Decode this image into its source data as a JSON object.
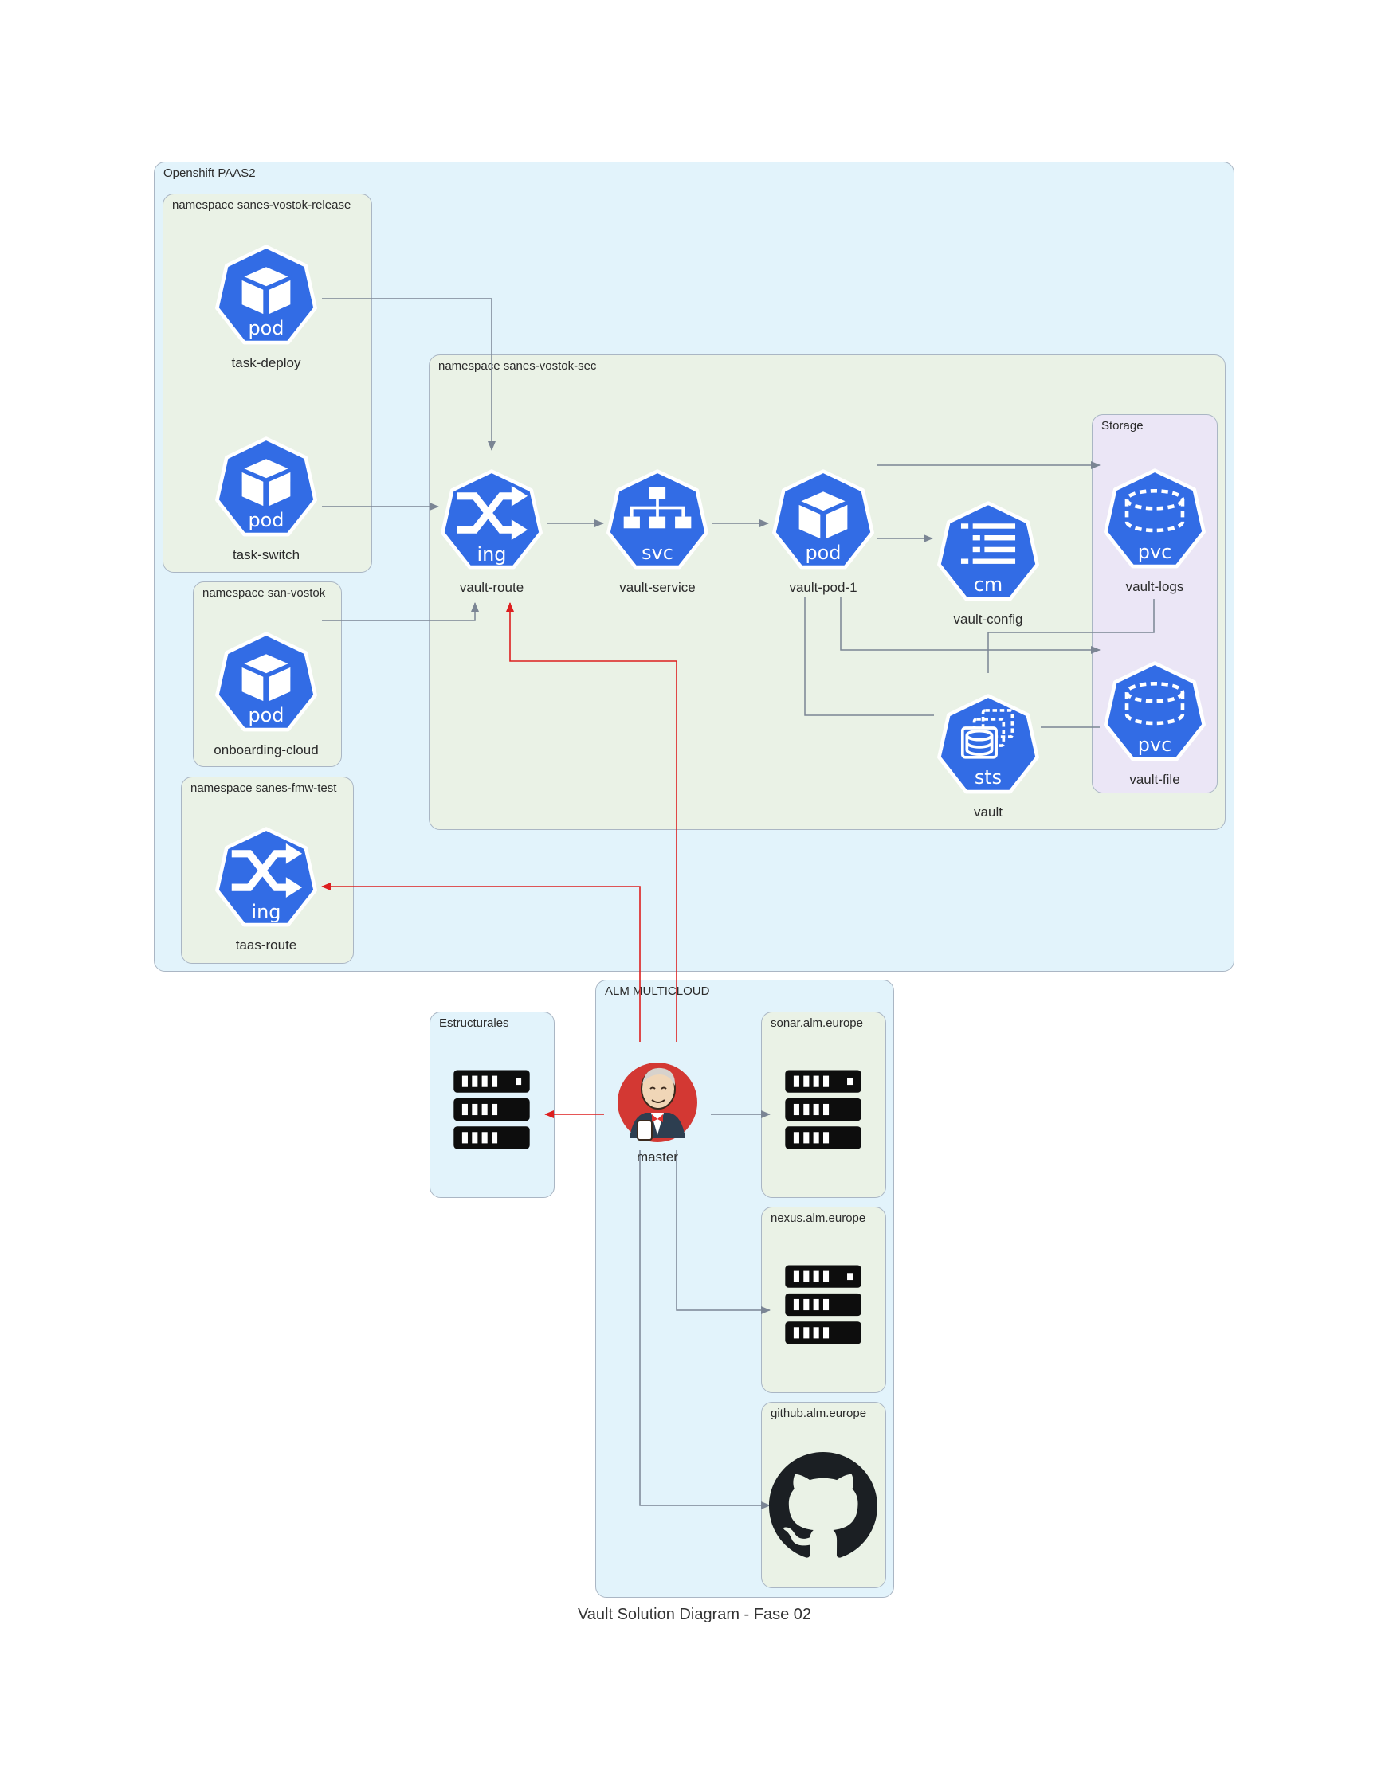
{
  "diagram": {
    "title": "Vault Solution Diagram - Fase 02",
    "colors": {
      "k8s_blue": "#326ce5",
      "edge_gray": "#7b8594",
      "edge_red": "#dd1f1f",
      "cluster_blue": "#e2f3fb",
      "cluster_green": "#eaf2e6",
      "cluster_purple": "#ebe6f6"
    },
    "clusters": {
      "openshift": "Openshift PAAS2",
      "release": "namespace sanes-vostok-release",
      "sec": "namespace sanes-vostok-sec",
      "storage": "Storage",
      "sanvostok": "namespace san-vostok",
      "fmwtest": "namespace sanes-fmw-test",
      "alm": "ALM MULTICLOUD",
      "estructurales": "Estructurales",
      "sonar": "sonar.alm.europe",
      "nexus": "nexus.alm.europe",
      "github": "github.alm.europe"
    },
    "nodes": {
      "task_deploy": {
        "label": "task-deploy",
        "badge": "pod",
        "icon": "pod-icon"
      },
      "task_switch": {
        "label": "task-switch",
        "badge": "pod",
        "icon": "pod-icon"
      },
      "onboarding_cloud": {
        "label": "onboarding-cloud",
        "badge": "pod",
        "icon": "pod-icon"
      },
      "taas_route": {
        "label": "taas-route",
        "badge": "ing",
        "icon": "ingress-icon"
      },
      "vault_route": {
        "label": "vault-route",
        "badge": "ing",
        "icon": "ingress-icon"
      },
      "vault_service": {
        "label": "vault-service",
        "badge": "svc",
        "icon": "service-icon"
      },
      "vault_pod": {
        "label": "vault-pod-1",
        "badge": "pod",
        "icon": "pod-icon"
      },
      "vault_config": {
        "label": "vault-config",
        "badge": "cm",
        "icon": "configmap-icon"
      },
      "vault_logs": {
        "label": "vault-logs",
        "badge": "pvc",
        "icon": "pvc-icon"
      },
      "vault_file": {
        "label": "vault-file",
        "badge": "pvc",
        "icon": "pvc-icon"
      },
      "vault": {
        "label": "vault",
        "badge": "sts",
        "icon": "statefulset-icon"
      },
      "master": {
        "label": "master",
        "icon": "jenkins-icon"
      },
      "estructurales_server": {
        "icon": "server-rack-icon"
      },
      "sonar_server": {
        "icon": "server-rack-icon"
      },
      "nexus_server": {
        "icon": "server-rack-icon"
      },
      "github_logo": {
        "icon": "github-icon"
      }
    },
    "edges": [
      {
        "from": "task-deploy",
        "to": "vault-route",
        "color": "gray"
      },
      {
        "from": "task-switch",
        "to": "vault-route",
        "color": "gray"
      },
      {
        "from": "onboarding-cloud",
        "to": "vault-route",
        "color": "gray"
      },
      {
        "from": "vault-route",
        "to": "vault-service",
        "color": "gray"
      },
      {
        "from": "vault-service",
        "to": "vault-pod-1",
        "color": "gray"
      },
      {
        "from": "vault-pod-1",
        "to": "vault-config",
        "color": "gray"
      },
      {
        "from": "vault-pod-1",
        "to": "vault-logs",
        "color": "gray"
      },
      {
        "from": "vault-pod-1",
        "to": "vault-file",
        "color": "gray"
      },
      {
        "from": "vault-pod-1",
        "to": "vault",
        "color": "gray"
      },
      {
        "from": "vault",
        "to": "vault-logs",
        "color": "gray"
      },
      {
        "from": "vault",
        "to": "vault-file",
        "color": "gray"
      },
      {
        "from": "master",
        "to": "vault-route",
        "color": "red"
      },
      {
        "from": "master",
        "to": "taas-route",
        "color": "red"
      },
      {
        "from": "master",
        "to": "Estructurales",
        "color": "red"
      },
      {
        "from": "master",
        "to": "sonar.alm.europe",
        "color": "gray"
      },
      {
        "from": "master",
        "to": "nexus.alm.europe",
        "color": "gray"
      },
      {
        "from": "master",
        "to": "github.alm.europe",
        "color": "gray"
      }
    ]
  }
}
